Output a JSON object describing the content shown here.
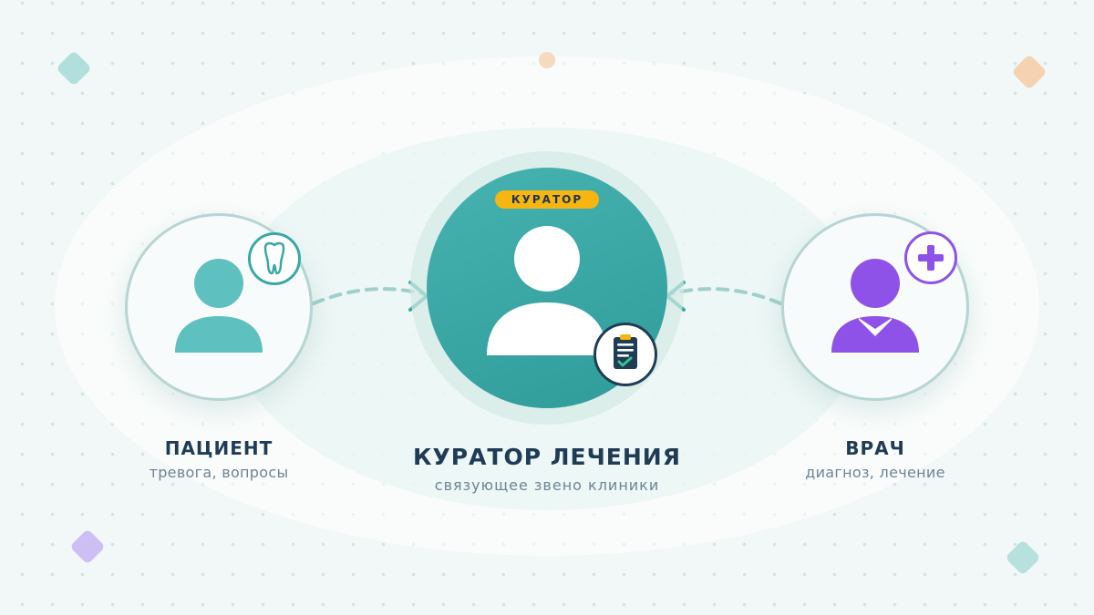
{
  "curator": {
    "tag": "КУРАТОР",
    "title": "КУРАТОР ЛЕЧЕНИЯ",
    "subtitle": "связующее звено клиники"
  },
  "patient": {
    "title": "ПАЦИЕНТ",
    "subtitle": "тревога, вопросы"
  },
  "doctor": {
    "title": "ВРАЧ",
    "subtitle": "диагноз, лечение"
  },
  "icons": {
    "patient_badge": "tooth-icon",
    "curator_badge": "clipboard-check-icon",
    "doctor_badge": "medical-plus-icon"
  },
  "colors": {
    "patient": "#5fc1bf",
    "curator": "#3aa8a6",
    "doctor": "#8f52e8",
    "tag": "#f6b511",
    "text_dark": "#1f3b55",
    "text_muted": "#6d8497"
  }
}
